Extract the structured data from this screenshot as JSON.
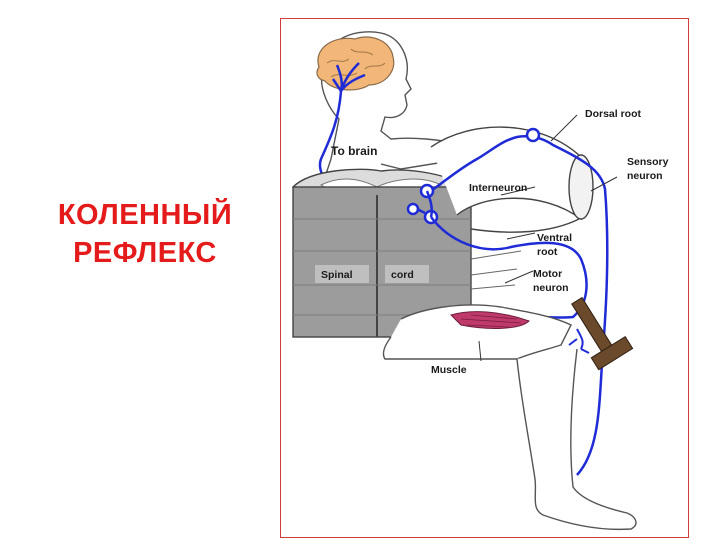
{
  "title": {
    "line1": "КОЛЕННЫЙ",
    "line2": "РЕФЛЕКС"
  },
  "diagram": {
    "labels": {
      "to_brain": "To brain",
      "dorsal_root": "Dorsal root",
      "sensory": "Sensory",
      "neuron": "neuron",
      "interneuron": "Interneuron",
      "ventral": "Ventral",
      "root": "root",
      "motor": "Motor",
      "motor_neuron": "neuron",
      "spinal": "Spinal",
      "cord": "cord",
      "muscle": "Muscle"
    },
    "colors": {
      "nerve": "#1f2bd6",
      "title": "#e51b1b",
      "frame": "#d23a3a",
      "brain": "#f2b679",
      "muscle": "#c0396b",
      "hammer": "#6b4a2b"
    }
  }
}
